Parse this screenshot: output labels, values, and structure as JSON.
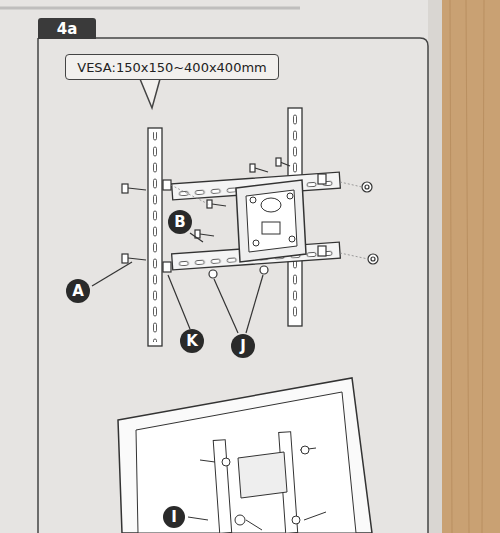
{
  "diagram": {
    "nodes": [
      {
        "text": [
          "4a"
        ]
      },
      {
        "text": [
          "VESA:150x150~400x400mm"
        ]
      },
      {
        "text": [
          "B"
        ]
      },
      {
        "text": [
          "A"
        ]
      },
      {
        "text": [
          "K"
        ]
      },
      {
        "text": [
          "J"
        ]
      },
      {
        "text": [
          "I"
        ]
      }
    ]
  }
}
